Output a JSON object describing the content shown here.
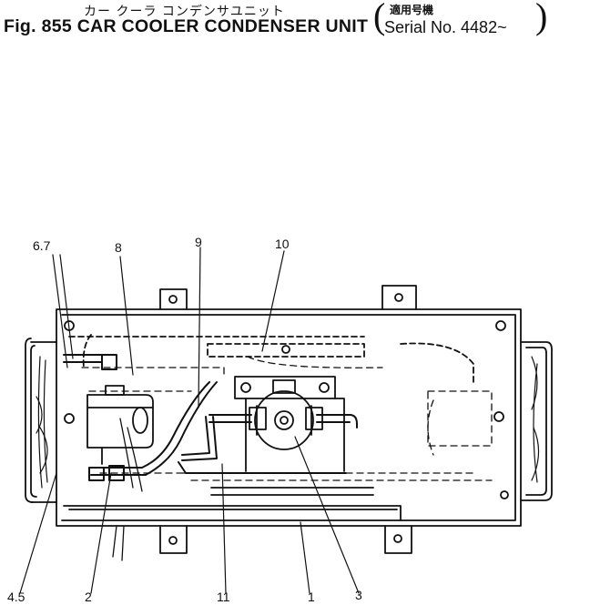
{
  "header": {
    "kana": "カー クーラ コンデンサユニット",
    "title": "Fig. 855 CAR COOLER CONDENSER UNIT",
    "serial_jp": "適用号機",
    "serial": "Serial No. 4482~"
  },
  "callouts": {
    "c67": "6.7",
    "c8": "8",
    "c9": "9",
    "c10": "10",
    "c45": "4.5",
    "c2": "2",
    "c11": "11",
    "c1": "1",
    "c3": "3"
  }
}
